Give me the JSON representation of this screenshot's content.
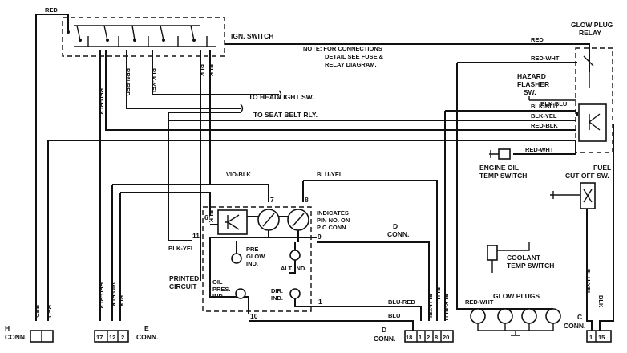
{
  "components": {
    "ign_switch": "IGN. SWITCH",
    "glow_plug_relay": [
      "GLOW PLUG",
      "RELAY"
    ],
    "hazard_flasher": [
      "HAZARD",
      "FLASHER",
      "SW."
    ],
    "engine_oil_temp": [
      "ENGINE OIL",
      "TEMP SWITCH"
    ],
    "fuel_cut_off": [
      "FUEL",
      "CUT OFF SW."
    ],
    "coolant_temp": [
      "COOLANT",
      "TEMP SWITCH"
    ],
    "glow_plugs": "GLOW PLUGS",
    "printed_circuit": [
      "PRINTED",
      "CIRCUIT"
    ],
    "pre_glow": [
      "PRE",
      "GLOW",
      "IND."
    ],
    "alt_ind": "ALT. IND.",
    "oil_pres": [
      "OIL",
      "PRES.",
      "IND."
    ],
    "dir_ind": [
      "DIR.",
      "IND."
    ],
    "indicates": [
      "INDICATES",
      "PIN NO. ON",
      "P C CONN."
    ]
  },
  "note": [
    "NOTE:  FOR CONNECTIONS",
    "DETAIL SEE FUSE &",
    "RELAY DIAGRAM."
  ],
  "destinations": {
    "headlight": "TO HEADLIGHT SW.",
    "seat_belt": "TO SEAT BELT RLY."
  },
  "wires": {
    "red": "RED",
    "red_blk": "RED-BLK",
    "brn_red": "BRN-RED",
    "blk_yel": "BLK-YEL",
    "blk": "BLK",
    "red_wht": "RED-WHT",
    "blk_blu": "BLK-BLU",
    "vio_blk": "VIO-BLK",
    "blu_yel": "BLU-YEL",
    "blu_red": "BLU-RED",
    "blu": "BLU"
  },
  "pins": {
    "p6": "6",
    "p7": "7",
    "p8": "8",
    "p9": "9",
    "p10": "10",
    "p11": "11",
    "p1": "1"
  },
  "connectors": {
    "h": {
      "label": [
        "H",
        "CONN."
      ]
    },
    "e": {
      "label": [
        "E",
        "CONN."
      ],
      "pins": [
        "17",
        "12",
        "2"
      ]
    },
    "d": {
      "label": [
        "D",
        "CONN."
      ],
      "pins": [
        "18",
        "1",
        "2",
        "8",
        "20"
      ]
    },
    "c": {
      "label": [
        "C",
        "CONN."
      ],
      "pins": [
        "1",
        "15"
      ]
    }
  }
}
